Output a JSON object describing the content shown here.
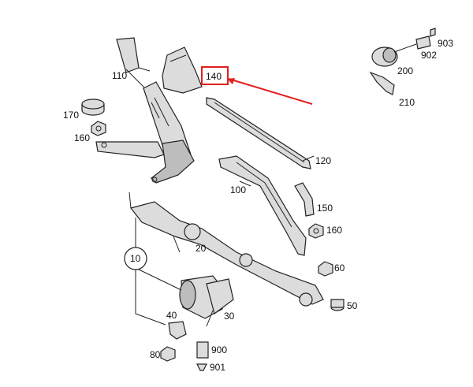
{
  "callouts": {
    "p903": "903",
    "p902": "902",
    "p200": "200",
    "p210": "210",
    "p110": "110",
    "p140": "140",
    "p170": "170",
    "p160a": "160",
    "p120": "120",
    "p100": "100",
    "p150": "150",
    "p160b": "160",
    "p10": "10",
    "p20": "20",
    "p60": "60",
    "p50": "50",
    "p40": "40",
    "p30": "30",
    "p80": "80",
    "p900": "900",
    "p901": "901"
  },
  "highlight": {
    "label": "140",
    "color": "#e02020"
  }
}
